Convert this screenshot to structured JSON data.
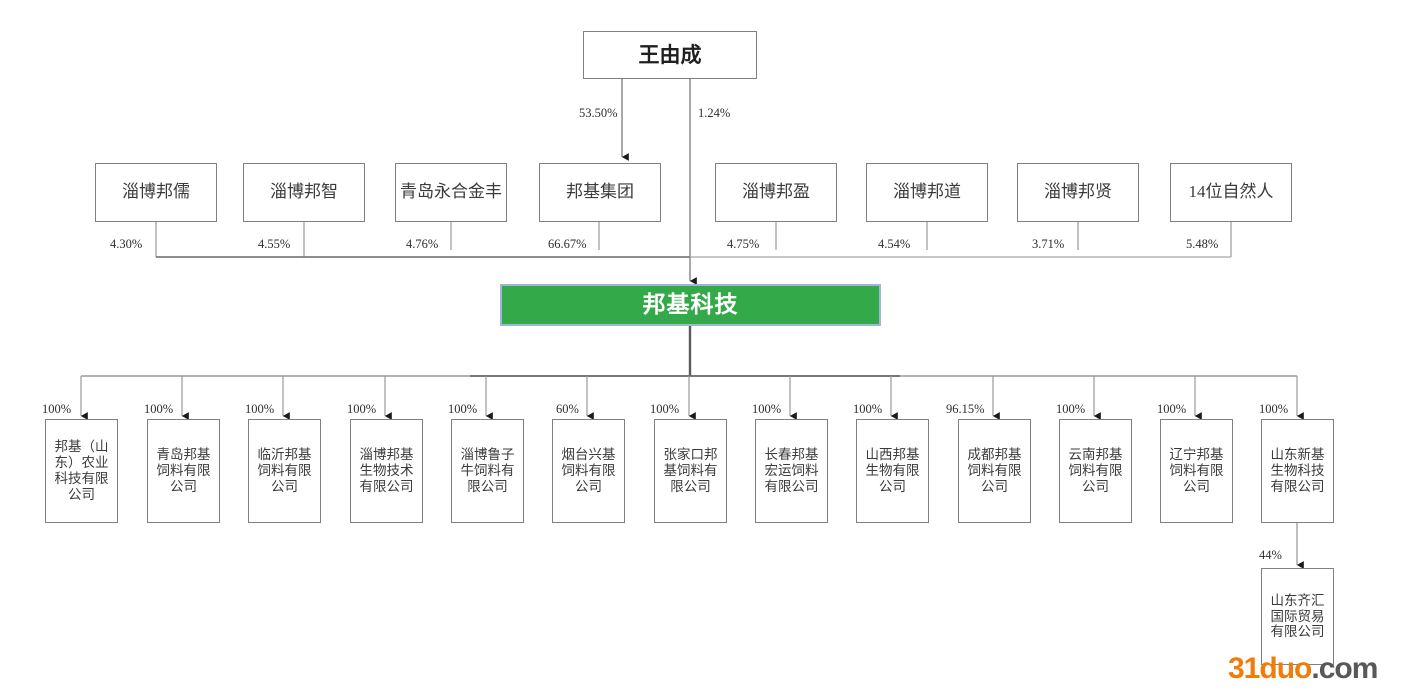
{
  "diagram": {
    "type": "org-ownership-chart",
    "root": {
      "label": "王由成"
    },
    "center": {
      "label": "邦基科技",
      "color": "#33a949"
    },
    "root_edges": [
      {
        "to": "邦基集团",
        "percent": "53.50%"
      },
      {
        "to": "邦基科技",
        "percent": "1.24%"
      }
    ],
    "shareholders": [
      {
        "label": "淄博邦儒",
        "percent": "4.30%"
      },
      {
        "label": "淄博邦智",
        "percent": "4.55%"
      },
      {
        "label": "青岛永合金丰",
        "percent": "4.76%"
      },
      {
        "label": "邦基集团",
        "percent": "66.67%"
      },
      {
        "label": "淄博邦盈",
        "percent": "4.75%"
      },
      {
        "label": "淄博邦道",
        "percent": "4.54%"
      },
      {
        "label": "淄博邦贤",
        "percent": "3.71%"
      },
      {
        "label": "14位自然人",
        "percent": "5.48%"
      }
    ],
    "subsidiaries": [
      {
        "label": "邦基（山东）农业科技有限公司",
        "percent": "100%"
      },
      {
        "label": "青岛邦基饲料有限公司",
        "percent": "100%"
      },
      {
        "label": "临沂邦基饲料有限公司",
        "percent": "100%"
      },
      {
        "label": "淄博邦基生物技术有限公司",
        "percent": "100%"
      },
      {
        "label": "淄博鲁子牛饲料有限公司",
        "percent": "100%"
      },
      {
        "label": "烟台兴基饲料有限公司",
        "percent": "60%"
      },
      {
        "label": "张家口邦基饲料有限公司",
        "percent": "100%"
      },
      {
        "label": "长春邦基宏运饲料有限公司",
        "percent": "100%"
      },
      {
        "label": "山西邦基生物有限公司",
        "percent": "100%"
      },
      {
        "label": "成都邦基饲料有限公司",
        "percent": "96.15%"
      },
      {
        "label": "云南邦基饲料有限公司",
        "percent": "100%"
      },
      {
        "label": "辽宁邦基饲料有限公司",
        "percent": "100%"
      },
      {
        "label": "山东新基生物科技有限公司",
        "percent": "100%"
      }
    ],
    "grandchild": {
      "label": "山东齐汇国际贸易有限公司",
      "percent": "44%",
      "parent": "山东新基生物科技有限公司"
    }
  },
  "watermark": {
    "name": "31duo",
    "tld": ".com"
  }
}
